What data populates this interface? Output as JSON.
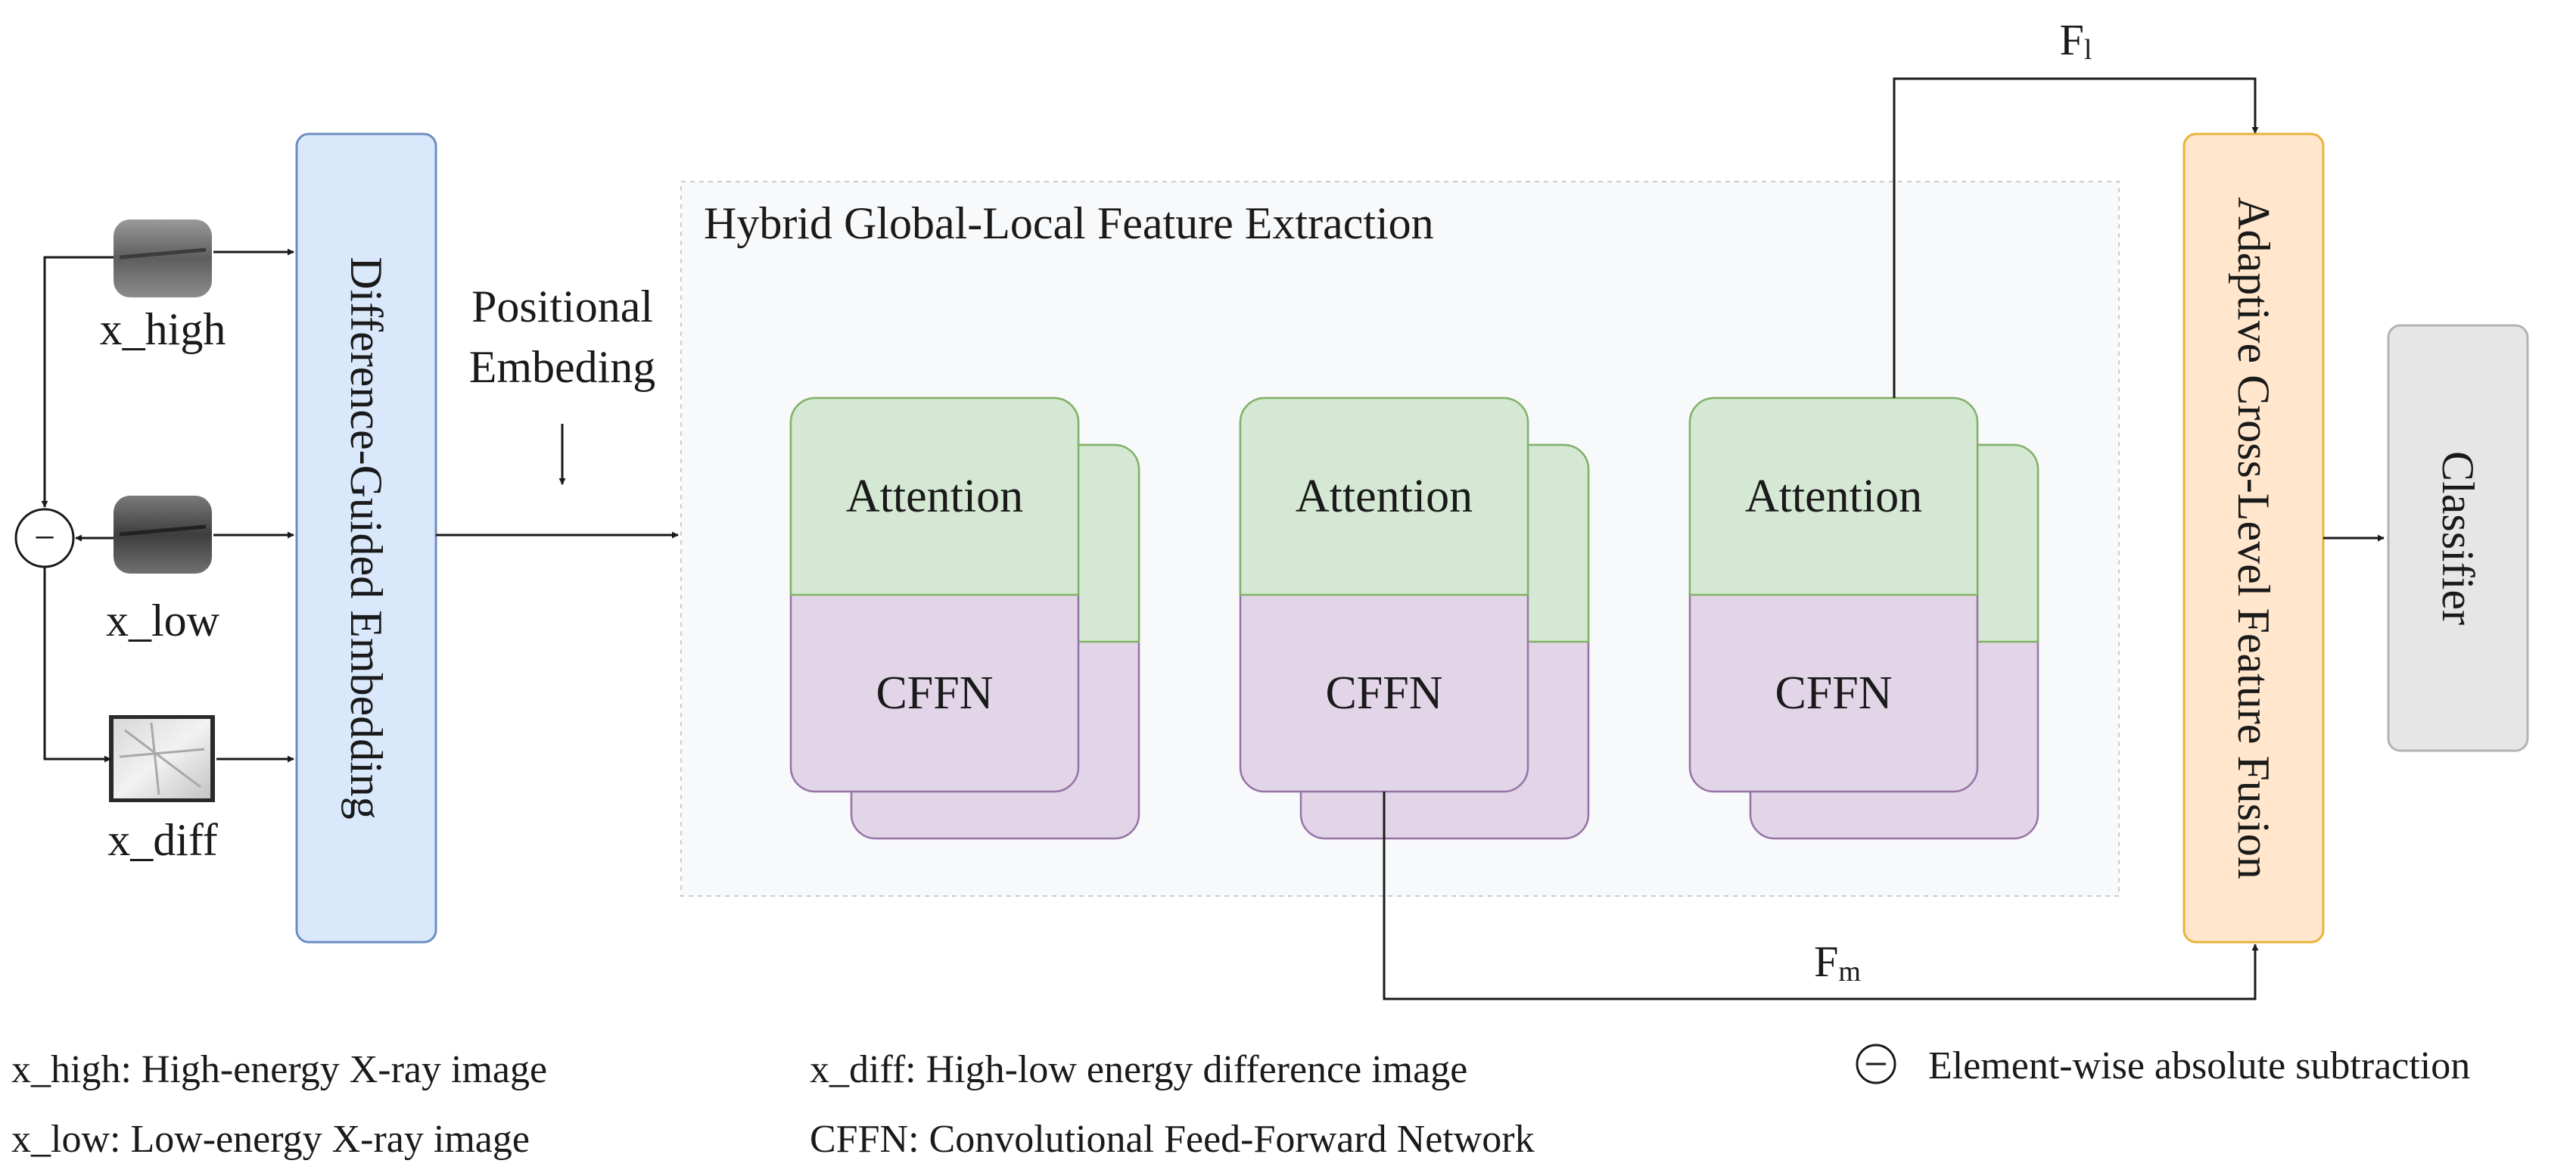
{
  "inputs": {
    "high_label": "x_high",
    "low_label": "x_low",
    "diff_label": "x_diff"
  },
  "operator": {
    "symbol": "−"
  },
  "embedding_label": "Difference-Guided Embedding",
  "positional": {
    "line1": "Positional",
    "line2": "Embeding"
  },
  "hybrid": {
    "title": "Hybrid Global-Local Feature Extraction",
    "blocks": [
      {
        "attention": "Attention",
        "ffn": "CFFN"
      },
      {
        "attention": "Attention",
        "ffn": "CFFN"
      },
      {
        "attention": "Attention",
        "ffn": "CFFN"
      }
    ]
  },
  "fusion_label": "Adaptive Cross-Level Feature Fusion",
  "classifier_label": "Classifier",
  "signals": {
    "f1": {
      "base": "F",
      "sub": "l"
    },
    "fm": {
      "base": "F",
      "sub": "m"
    }
  },
  "legend": {
    "high": "x_high: High-energy X-ray image",
    "low": "x_low: Low-energy X-ray image",
    "diff": "x_diff: High-low energy difference image",
    "cffn": "CFFN: Convolutional Feed-Forward Network",
    "subtraction": "Element-wise absolute subtraction"
  },
  "colors": {
    "embedding_fill": "#dae8fc",
    "embedding_stroke": "#6c8ebf",
    "attention_fill": "#d5e8d4",
    "attention_stroke": "#82b366",
    "ffn_fill": "#e1d5e7",
    "ffn_stroke": "#9673a6",
    "fusion_fill": "#ffe6cc",
    "fusion_stroke": "#e8b33b",
    "classifier_fill": "#e6e6e6",
    "classifier_stroke": "#b3b3b3",
    "panel_fill": "#f8f9fb"
  }
}
